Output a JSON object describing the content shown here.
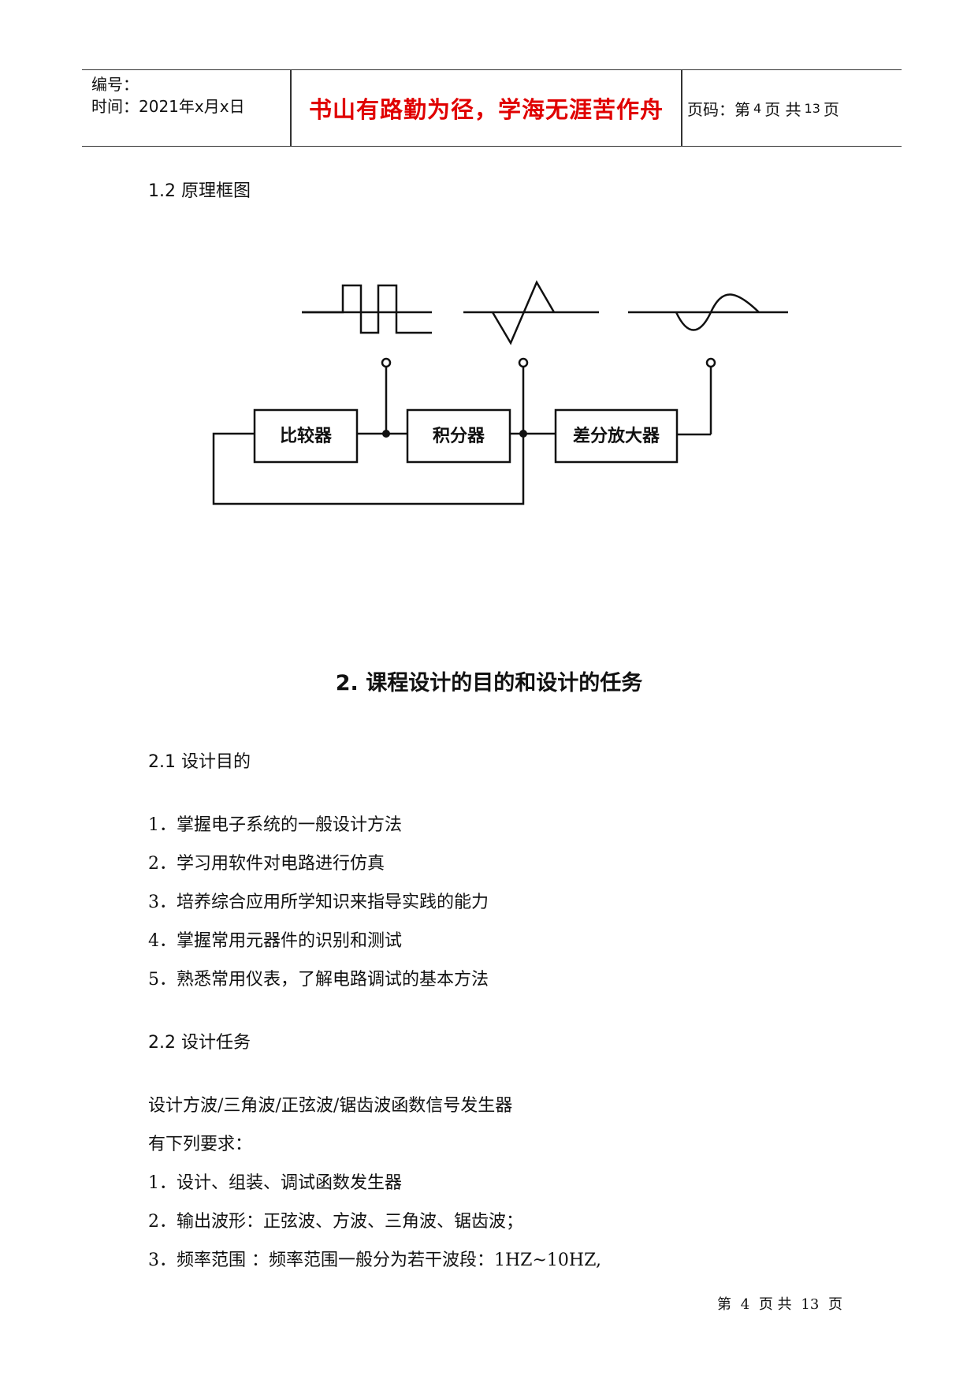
{
  "header": {
    "number_label": "编号：",
    "time_label": "时间：2021年x月x日",
    "motto": "书山有路勤为径，学海无涯苦作舟",
    "page_prefix": "页码：第",
    "page_current": "4",
    "page_mid": "页  共",
    "page_total": "13",
    "page_suffix": "页"
  },
  "section_1_2": {
    "title": "1.2 原理框图"
  },
  "diagram": {
    "blocks": [
      "比较器",
      "积分器",
      "差分放大器"
    ],
    "waveforms": [
      "square-wave",
      "triangle-wave",
      "sine-wave"
    ]
  },
  "section_2": {
    "title": "2.  课程设计的目的和设计的任务"
  },
  "section_2_1": {
    "title": "2.1  设计目的",
    "items": [
      "1．掌握电子系统的一般设计方法",
      "2．学习用软件对电路进行仿真",
      "3．培养综合应用所学知识来指导实践的能力",
      "4．掌握常用元器件的识别和测试",
      "5．熟悉常用仪表，了解电路调试的基本方法"
    ]
  },
  "section_2_2": {
    "title": "2.2 设计任务",
    "intro": "设计方波/三角波/正弦波/锯齿波函数信号发生器",
    "requirements_label": "有下列要求：",
    "items": [
      "1．设计、组装、调试函数发生器",
      "2．输出波形：正弦波、方波、三角波、锯齿波；",
      "3．频率范围  ：频率范围一般分为若干波段：1HZ~10HZ,"
    ]
  },
  "footer": {
    "prefix": "第",
    "current": "4",
    "mid": "页 共",
    "total": "13",
    "suffix": "页"
  }
}
